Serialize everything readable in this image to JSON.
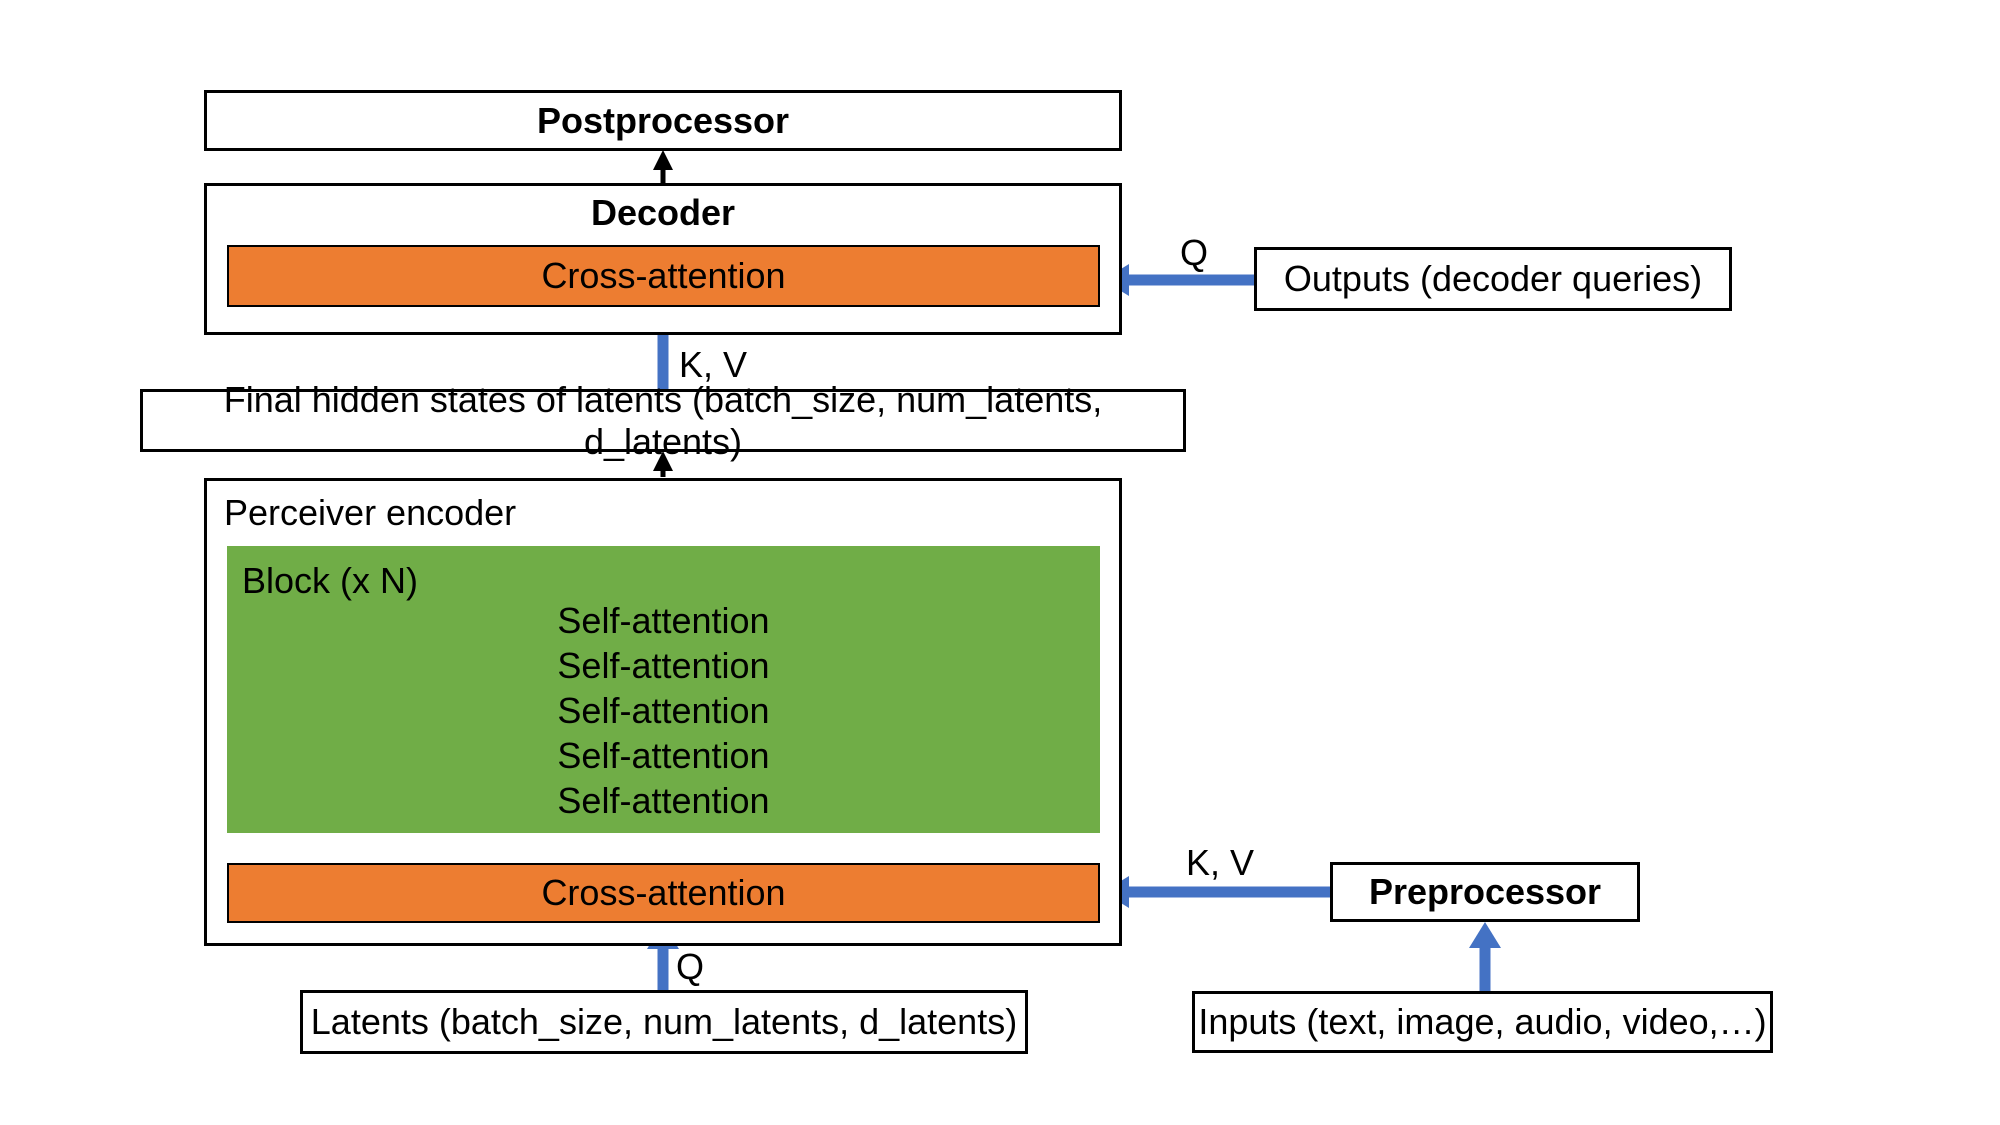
{
  "colors": {
    "orange": "#ED7D31",
    "green": "#70AD47",
    "blue": "#4472C4",
    "line": "#000000"
  },
  "diagram": {
    "postprocessor": {
      "label": "Postprocessor"
    },
    "decoder": {
      "title": "Decoder",
      "cross_attention": "Cross-attention"
    },
    "outputs_box": {
      "label": "Outputs (decoder queries)"
    },
    "final_hidden_box": {
      "label": "Final hidden states of latents (batch_size, num_latents, d_latents)"
    },
    "encoder": {
      "title": "Perceiver encoder",
      "block_label": "Block (x N)",
      "self_attention": [
        "Self-attention",
        "Self-attention",
        "Self-attention",
        "Self-attention",
        "Self-attention"
      ],
      "cross_attention": "Cross-attention"
    },
    "latents_box": {
      "label": "Latents (batch_size, num_latents, d_latents)"
    },
    "preprocessor": {
      "label": "Preprocessor"
    },
    "inputs_box": {
      "label": "Inputs (text, image, audio, video,…)"
    },
    "edge_labels": {
      "q_decoder": "Q",
      "kv_decoder": "K, V",
      "kv_encoder": "K, V",
      "q_encoder": "Q"
    }
  }
}
